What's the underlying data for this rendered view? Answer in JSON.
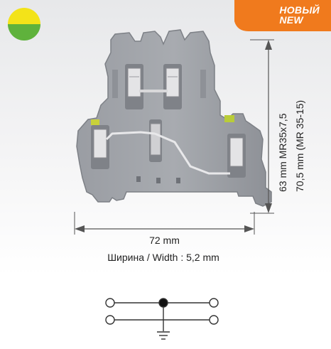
{
  "badge": {
    "line1": "НОВЫЙ",
    "line2": "NEW",
    "color": "#f07a1d"
  },
  "color_code": {
    "top": "#f3e319",
    "bottom": "#5fb23c"
  },
  "dimensions": {
    "width_total": "72 mm",
    "width_module": "Ширина / Width : 5,2 mm",
    "height_mr35x75": "63  mm MR35x7,5",
    "height_mr35_15": "70,5 mm (MR 35-15)"
  },
  "schematic": {
    "symbol": "double-level-terminal-with-ground-icon"
  }
}
